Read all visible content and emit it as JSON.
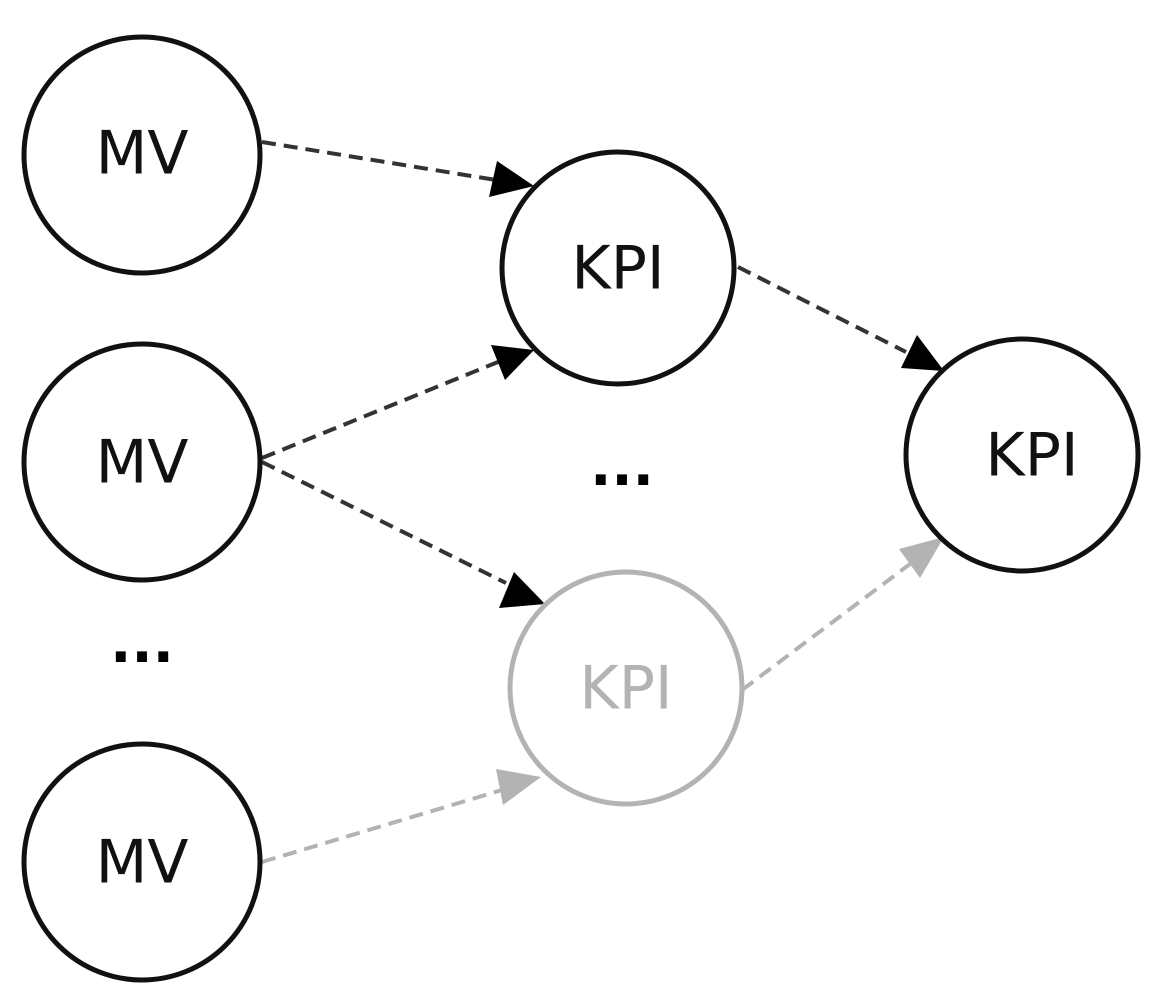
{
  "colors": {
    "active": "#111111",
    "faded": "#b3b3b3",
    "background": "#ffffff"
  },
  "nodes": {
    "mv_top": {
      "label": "MV",
      "style": "active"
    },
    "mv_middle": {
      "label": "MV",
      "style": "active"
    },
    "mv_bottom": {
      "label": "MV",
      "style": "active"
    },
    "kpi_top": {
      "label": "KPI",
      "style": "active"
    },
    "kpi_lower": {
      "label": "KPI",
      "style": "faded"
    },
    "kpi_output": {
      "label": "KPI",
      "style": "active"
    }
  },
  "ellipses": {
    "mv_column": "...",
    "kpi_column": "..."
  },
  "edges": [
    {
      "from": "mv_top",
      "to": "kpi_top",
      "style": "active",
      "line": "dashed"
    },
    {
      "from": "mv_middle",
      "to": "kpi_top",
      "style": "active",
      "line": "dashed"
    },
    {
      "from": "mv_middle",
      "to": "kpi_lower",
      "style": "active",
      "line": "dashed"
    },
    {
      "from": "mv_bottom",
      "to": "kpi_lower",
      "style": "faded",
      "line": "dashed"
    },
    {
      "from": "kpi_top",
      "to": "kpi_output",
      "style": "active",
      "line": "dashed"
    },
    {
      "from": "kpi_lower",
      "to": "kpi_output",
      "style": "faded",
      "line": "dashed"
    }
  ]
}
